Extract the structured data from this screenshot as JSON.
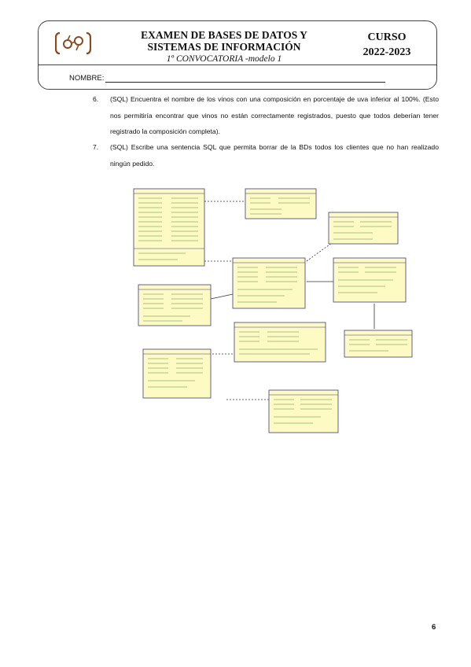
{
  "header": {
    "title_line1": "EXAMEN DE BASES DE DATOS Y",
    "title_line2": "SISTEMAS DE INFORMACIÓN",
    "subtitle": "1º CONVOCATORIA -modelo 1",
    "course_label": "CURSO",
    "course_years": "2022-2023",
    "name_label": "NOMBRE:"
  },
  "questions": [
    {
      "number": "6.",
      "text": "(SQL) Encuentra el nombre de los vinos con una composición en porcentaje de uva inferior al 100%. (Esto nos permitiría encontrar que vinos no están correctamente registrados, puesto que todos deberían tener registrado la composición completa)."
    },
    {
      "number": "7.",
      "text": "(SQL) Escribe una sentencia SQL que permita borrar de la BDs todos los clientes que no han realizado ningún pedido."
    }
  ],
  "page_number": "6",
  "colors": {
    "entity_fill": "#fdfbc3",
    "entity_border": "#3a3a8c",
    "relation_line": "#333333",
    "pk_text": "#1a5e1a"
  }
}
